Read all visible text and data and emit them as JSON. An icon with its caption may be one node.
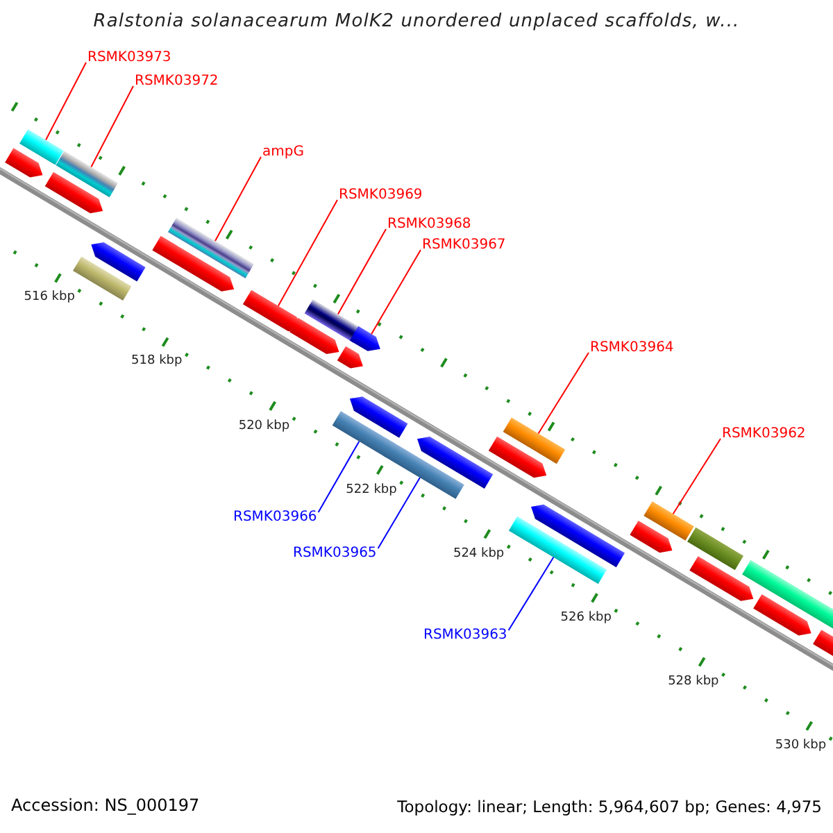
{
  "diagram": {
    "title": "Ralstonia solanacearum MolK2 unordered unplaced scaffolds, w...",
    "nodes": [
      {
        "text": [
          "RSMK03973"
        ]
      },
      {
        "text": [],
        "shape": "bar"
      },
      {
        "text": [
          "RSMK03972"
        ]
      },
      {
        "text": [],
        "shape": "bar"
      },
      {
        "text": [
          "ampG"
        ]
      },
      {
        "text": [],
        "shape": "bar"
      },
      {
        "text": [
          "RSMK03969"
        ]
      },
      {
        "text": [],
        "shape": "pentagon"
      },
      {
        "text": [
          "RSMK03968"
        ]
      },
      {
        "text": [],
        "shape": "bar"
      },
      {
        "text": [
          "RSMK03967"
        ]
      },
      {
        "text": [],
        "shape": "pentagon"
      },
      {
        "text": [
          "RSMK03964"
        ]
      },
      {
        "text": [],
        "shape": "bar"
      },
      {
        "text": [
          "RSMK03962"
        ]
      },
      {
        "text": [],
        "shape": "bar"
      },
      {
        "text": [
          "RSMK03966"
        ]
      },
      {
        "text": [],
        "shape": "bar"
      },
      {
        "text": [
          "RSMK03965"
        ]
      },
      {
        "text": [],
        "shape": "bar"
      },
      {
        "text": [
          "RSMK03963"
        ]
      },
      {
        "text": [],
        "shape": "bar"
      },
      {
        "text": [],
        "shape": "pentagon"
      },
      {
        "text": [],
        "shape": "pentagon"
      },
      {
        "text": [],
        "shape": "bar"
      },
      {
        "text": [],
        "shape": "pentagon"
      },
      {
        "text": [],
        "shape": "pentagon"
      },
      {
        "text": [],
        "shape": "pentagon"
      },
      {
        "text": [],
        "shape": "pentagon"
      },
      {
        "text": [],
        "shape": "pentagon"
      },
      {
        "text": [],
        "shape": "pentagon"
      },
      {
        "text": [],
        "shape": "pentagon"
      },
      {
        "text": [],
        "shape": "pentagon"
      },
      {
        "text": [],
        "shape": "pentagon"
      },
      {
        "text": [],
        "shape": "bar"
      },
      {
        "text": [],
        "shape": "pentagon"
      },
      {
        "text": [],
        "shape": "bar"
      },
      {
        "text": [],
        "shape": "pentagon"
      },
      {
        "text": [],
        "shape": "pentagon"
      }
    ],
    "edges": [
      {
        "from": 0,
        "to": 1,
        "arrow": "none"
      },
      {
        "from": 2,
        "to": 3,
        "arrow": "none"
      },
      {
        "from": 4,
        "to": 5,
        "arrow": "none"
      },
      {
        "from": 6,
        "to": 7,
        "arrow": "none"
      },
      {
        "from": 8,
        "to": 9,
        "arrow": "none"
      },
      {
        "from": 10,
        "to": 11,
        "arrow": "none"
      },
      {
        "from": 12,
        "to": 13,
        "arrow": "none"
      },
      {
        "from": 14,
        "to": 15,
        "arrow": "none"
      },
      {
        "from": 16,
        "to": 17,
        "arrow": "none",
        "color": "#0000ff"
      },
      {
        "from": 18,
        "to": 19,
        "arrow": "none",
        "color": "#0000ff"
      },
      {
        "from": 20,
        "to": 21,
        "arrow": "none",
        "color": "#0000ff"
      }
    ],
    "labels": [
      "516 kbp",
      "518 kbp",
      "520 kbp",
      "522 kbp",
      "524 kbp",
      "526 kbp",
      "528 kbp",
      "530 kbp",
      "Accession: NS_000197",
      "Topology: linear; Length: 5,964,607 bp; Genes: 4,975"
    ]
  }
}
